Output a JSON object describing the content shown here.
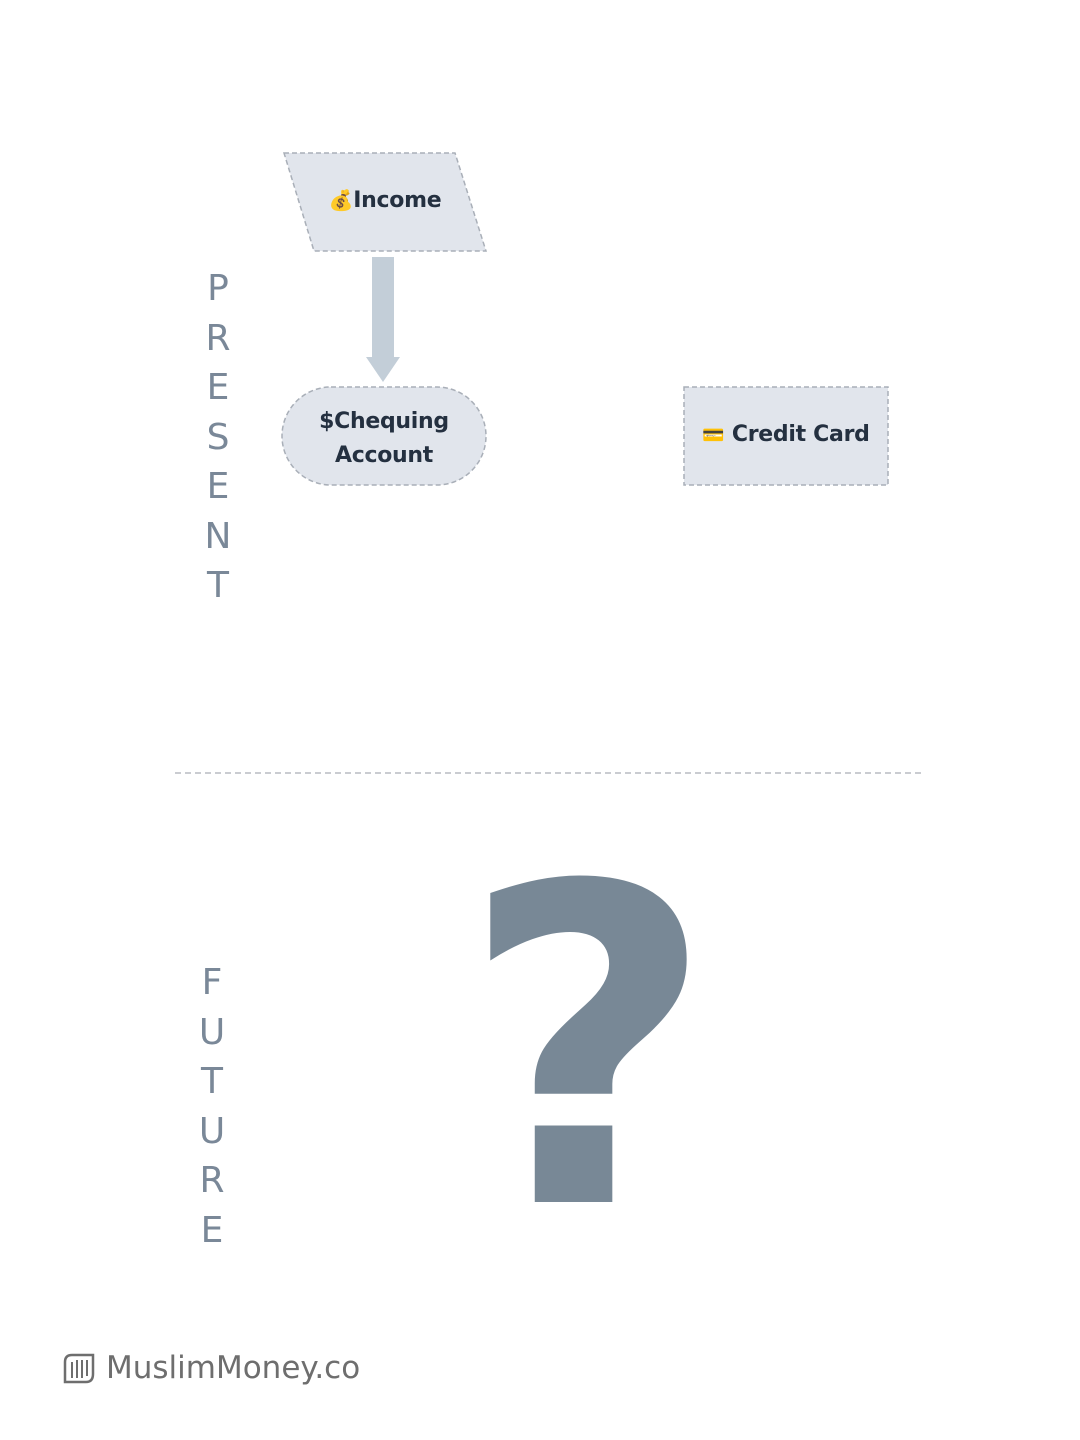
{
  "nodes": {
    "income": {
      "icon": "💰",
      "label": "Income"
    },
    "chequing": {
      "icon": "$",
      "label_line1": "Chequing",
      "label_line2": "Account"
    },
    "credit_card": {
      "icon": "💳",
      "label": "Credit Card"
    }
  },
  "sections": {
    "present": [
      "P",
      "R",
      "E",
      "S",
      "E",
      "N",
      "T"
    ],
    "future": [
      "F",
      "U",
      "T",
      "U",
      "R",
      "E"
    ]
  },
  "future_symbol": "?",
  "brand": {
    "name": "MuslimMoney.co"
  },
  "colors": {
    "node_fill": "#e1e5ec",
    "node_border": "#a9afb8",
    "arrow": "#c3ced8",
    "text": "#243040",
    "muted": "#7a8898"
  }
}
